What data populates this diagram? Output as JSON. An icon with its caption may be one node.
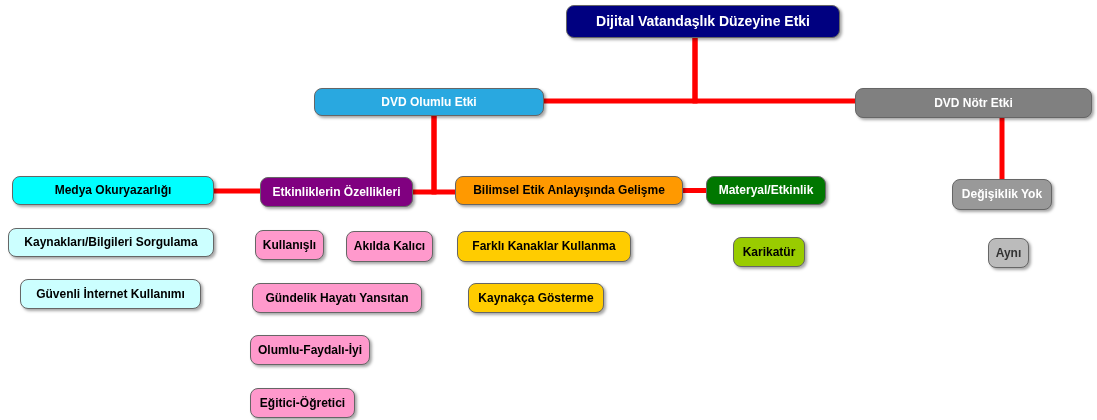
{
  "diagram": {
    "nodes": [
      {
        "text": [
          "Dijital Vatandaşlık Düzeyine Etki"
        ]
      },
      {
        "text": [
          "DVD Olumlu Etki"
        ]
      },
      {
        "text": [
          "DVD Nötr Etki"
        ]
      },
      {
        "text": [
          "Medya Okuryazarlığı"
        ]
      },
      {
        "text": [
          "Etkinliklerin Özellikleri"
        ]
      },
      {
        "text": [
          "Bilimsel Etik Anlayışında Gelişme"
        ]
      },
      {
        "text": [
          "Materyal/Etkinlik"
        ]
      },
      {
        "text": [
          "Değişiklik Yok"
        ]
      },
      {
        "text": [
          "Kaynakları/Bilgileri Sorgulama"
        ]
      },
      {
        "text": [
          "Kullanışlı"
        ]
      },
      {
        "text": [
          "Akılda Kalıcı"
        ]
      },
      {
        "text": [
          "Farklı Kanaklar Kullanma"
        ]
      },
      {
        "text": [
          "Karikatür"
        ]
      },
      {
        "text": [
          "Aynı"
        ]
      },
      {
        "text": [
          "Güvenli İnternet Kullanımı"
        ]
      },
      {
        "text": [
          "Gündelik Hayatı Yansıtan"
        ]
      },
      {
        "text": [
          "Kaynakça Gösterme"
        ]
      },
      {
        "text": [
          "Olumlu-Faydalı-İyi"
        ]
      },
      {
        "text": [
          "Eğitici-Öğretici"
        ]
      }
    ],
    "edges": [
      {
        "from": 0,
        "to": 1,
        "arrow": "none"
      },
      {
        "from": 0,
        "to": 2,
        "arrow": "none"
      },
      {
        "from": 1,
        "to": 4,
        "arrow": "none"
      },
      {
        "from": 1,
        "to": 5,
        "arrow": "none"
      },
      {
        "from": 3,
        "to": 4,
        "arrow": "none"
      },
      {
        "from": 5,
        "to": 6,
        "arrow": "none"
      },
      {
        "from": 2,
        "to": 7,
        "arrow": "none"
      }
    ]
  }
}
